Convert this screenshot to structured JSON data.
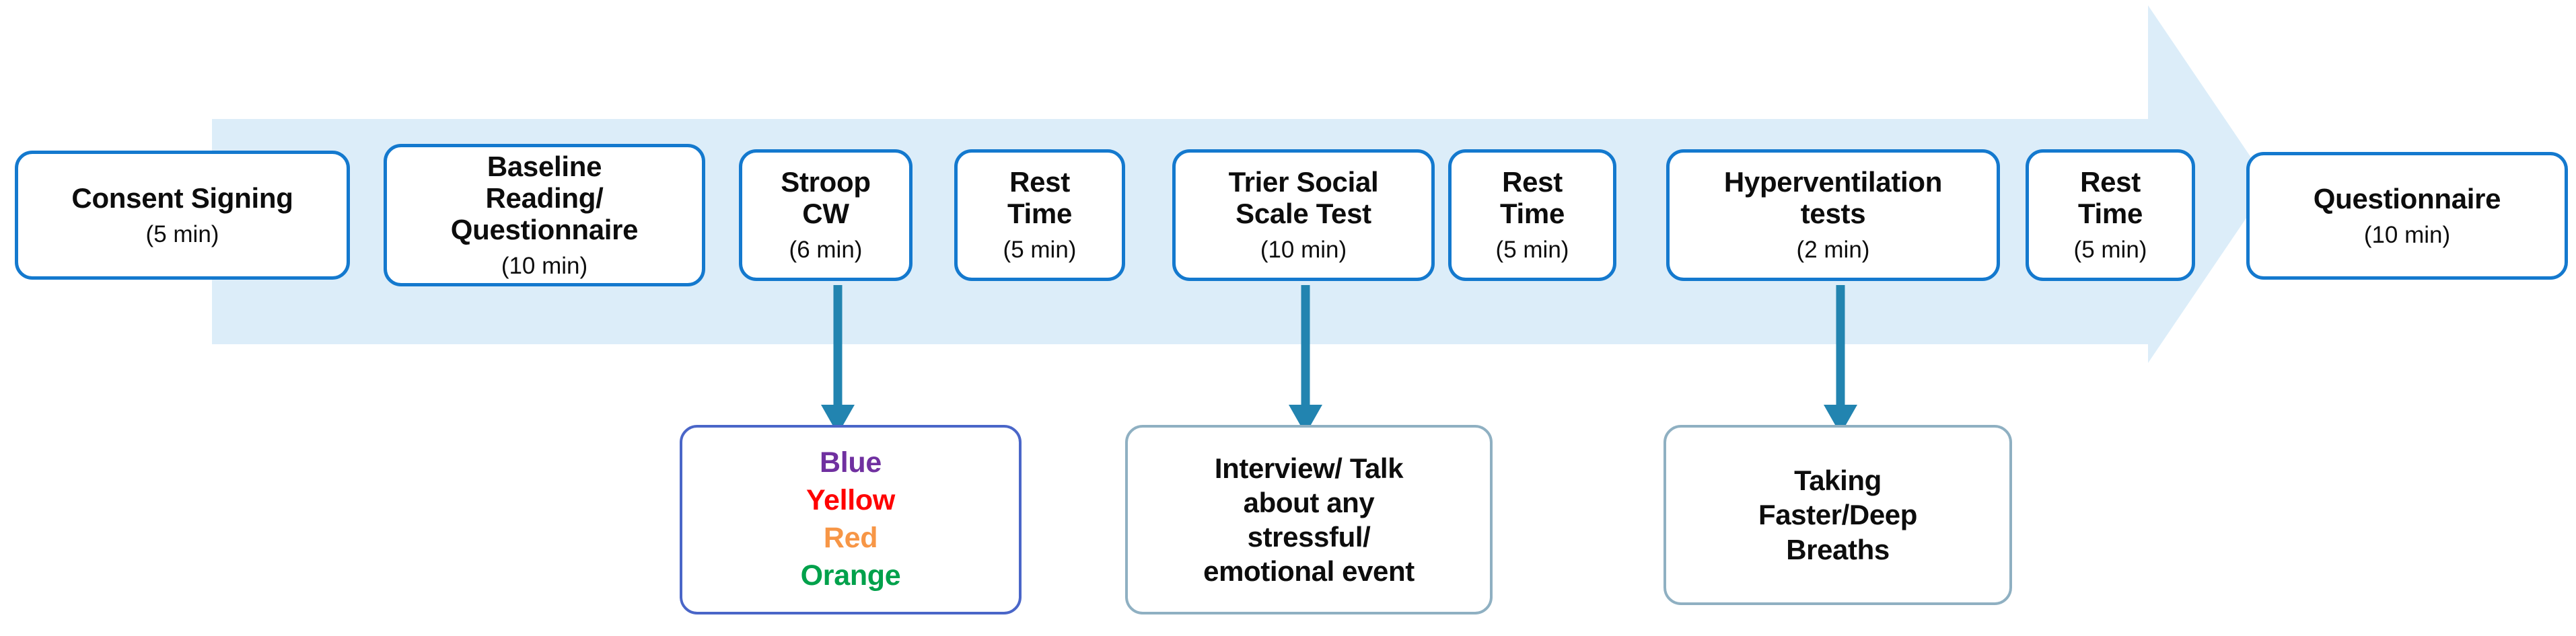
{
  "figure": {
    "type": "experiment-protocol-flow",
    "flow_direction": "left-to-right",
    "band_color": "#DCEDF9",
    "stage_border_color": "#1479CE",
    "connector_color": "#2284B0"
  },
  "stages": [
    {
      "id": "consent-signing",
      "label": "Consent Signing",
      "duration": "(5 min)"
    },
    {
      "id": "baseline-reading",
      "label": "Baseline\nReading/\nQuestionnaire",
      "duration": "(10 min)"
    },
    {
      "id": "stroop-cw",
      "label": "Stroop\nCW",
      "duration": "(6 min)"
    },
    {
      "id": "rest-time-1",
      "label": "Rest\nTime",
      "duration": "(5 min)"
    },
    {
      "id": "trier-social-scale",
      "label": "Trier Social\nScale Test",
      "duration": "(10 min)"
    },
    {
      "id": "rest-time-2",
      "label": "Rest\nTime",
      "duration": "(5 min)"
    },
    {
      "id": "hyperventilation",
      "label": "Hyperventilation\ntests",
      "duration": "(2 min)"
    },
    {
      "id": "rest-time-3",
      "label": "Rest\nTime",
      "duration": "(5 min)"
    },
    {
      "id": "questionnaire",
      "label": "Questionnaire",
      "duration": "(10 min)"
    }
  ],
  "details": {
    "stroop": {
      "id": "stroop-color-words",
      "parent_stage": "stroop-cw",
      "words": [
        {
          "text": "Blue",
          "ink_color": "#7030A0"
        },
        {
          "text": "Yellow",
          "ink_color": "#FF0000"
        },
        {
          "text": "Red",
          "ink_color": "#F79646"
        },
        {
          "text": "Orange",
          "ink_color": "#00A14B"
        }
      ]
    },
    "trier": {
      "id": "trier-interview-detail",
      "parent_stage": "trier-social-scale",
      "text": "Interview/ Talk\nabout any\nstressful/\nemotional event"
    },
    "hyperventilation": {
      "id": "hyperventilation-detail",
      "parent_stage": "hyperventilation",
      "text": "Taking\nFaster/Deep\nBreaths"
    }
  }
}
